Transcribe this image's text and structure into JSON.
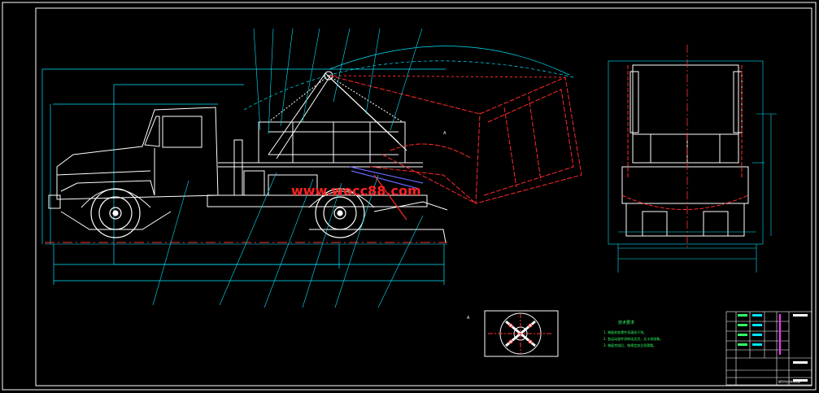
{
  "drawing": {
    "watermark": "www.wocc88.com",
    "section_marker": "A",
    "detail_marker": "A",
    "notes_title": "技术要求",
    "notes": [
      "1. 装配前各零件须清洗干净。",
      "2. 各运动部件须转动灵活，无卡滞现象。",
      "3. 装配完成后，按规定加注润滑脂。"
    ],
    "title_block_caption": "摆臂式垃圾车总装图"
  },
  "colors": {
    "background": "#000000",
    "frame": "#ffffff",
    "truck": "#ffffff",
    "dimension": "#00e5ff",
    "phantom": "#ff2a2a",
    "hydraulic": "#ff2a2a",
    "cylinder": "#6666ff",
    "centerline": "#ff3333",
    "leader": "#00e5ff",
    "notes": "#33ff66",
    "title_block": "#ffffff"
  }
}
